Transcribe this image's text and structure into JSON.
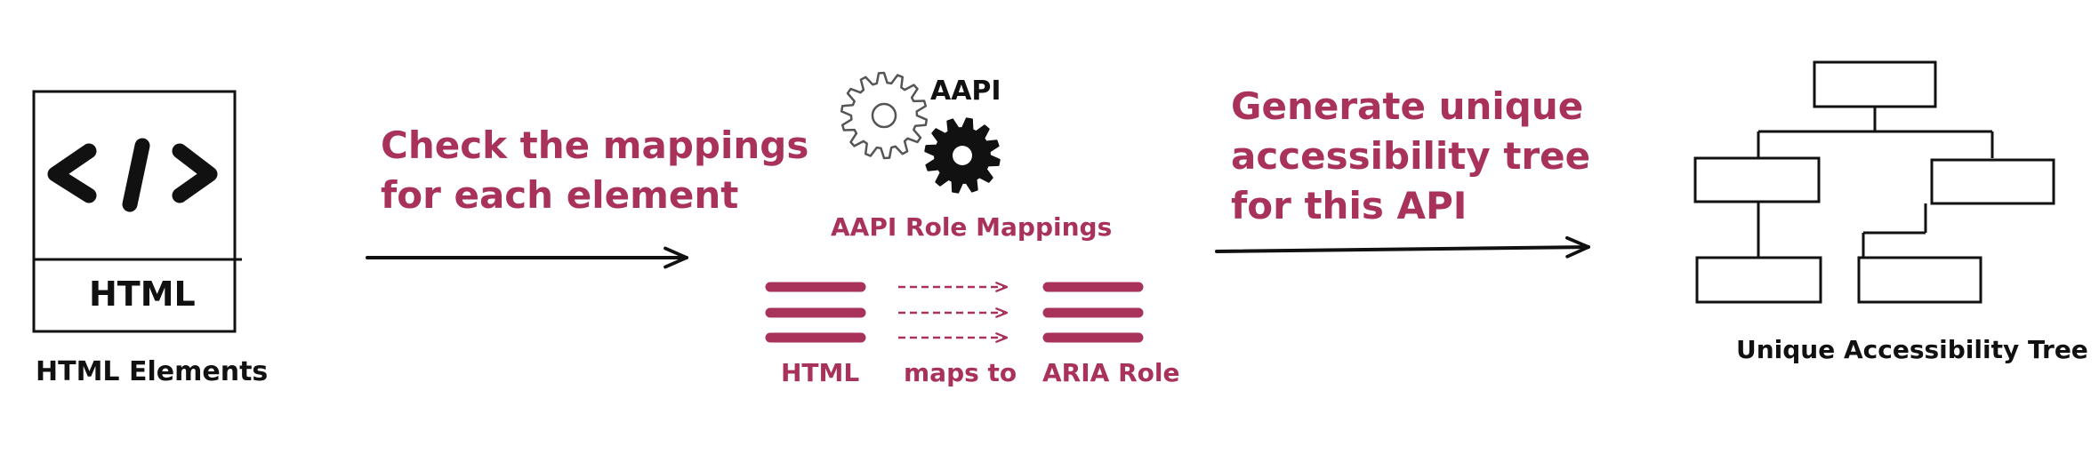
{
  "html_elements": {
    "box_label": "HTML",
    "caption": "HTML Elements",
    "icon": "code-icon"
  },
  "arrow1": {
    "label_lines": [
      "Check the mappings",
      "for each element"
    ]
  },
  "aapi": {
    "gear_label": "AAPI",
    "title": "AAPI Role Mappings",
    "icons": [
      "gear-outline-icon",
      "gear-solid-icon"
    ],
    "columns": [
      "HTML",
      "maps to",
      "ARIA Role"
    ]
  },
  "arrow2": {
    "label_lines": [
      "Generate unique",
      "accessibility tree",
      "for this API"
    ]
  },
  "tree": {
    "caption": "Unique Accessibility Tree"
  },
  "colors": {
    "accent": "#a8325a",
    "ink": "#111111"
  }
}
